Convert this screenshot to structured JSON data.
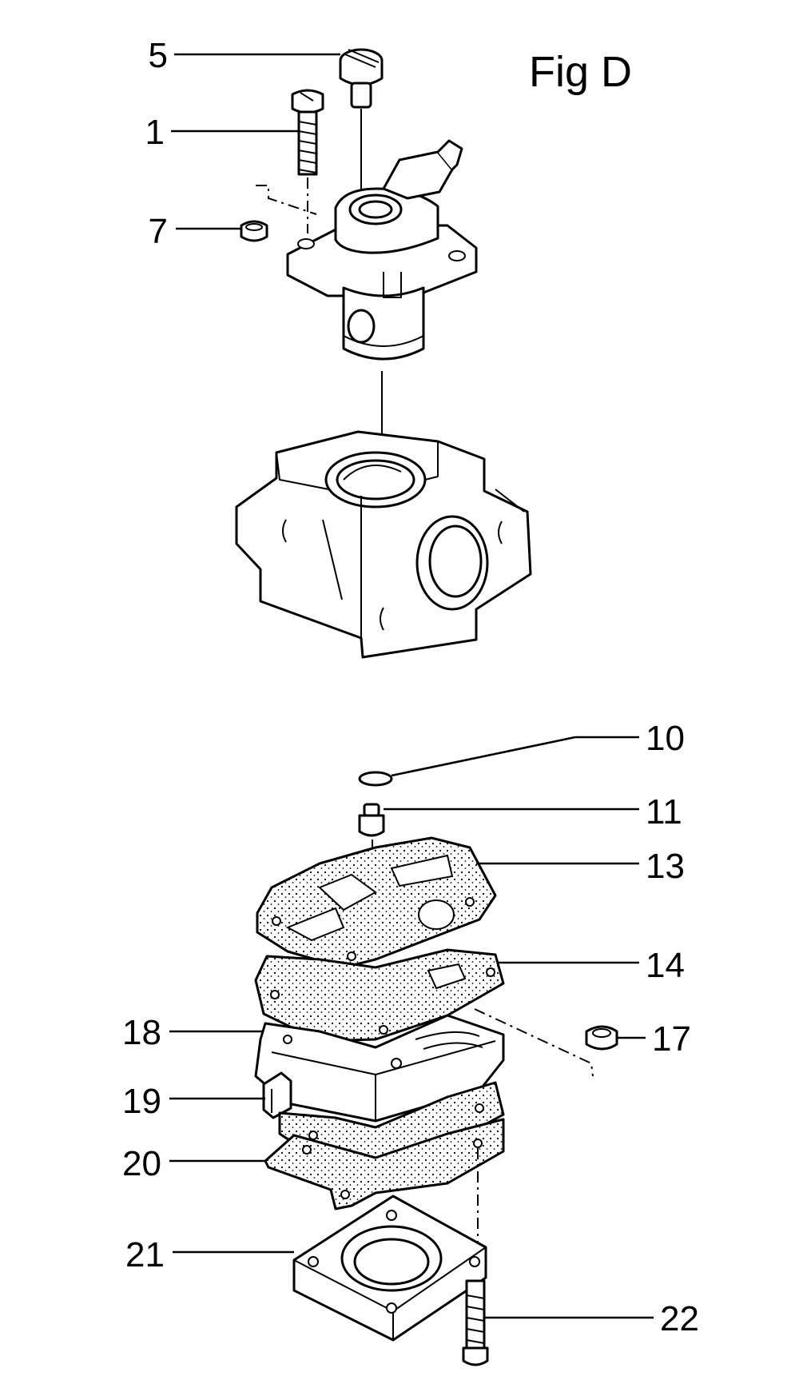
{
  "figure": {
    "title": "Fig D",
    "callouts": [
      {
        "id": "c5",
        "label": "5"
      },
      {
        "id": "c1",
        "label": "1"
      },
      {
        "id": "c7",
        "label": "7"
      },
      {
        "id": "c10",
        "label": "10"
      },
      {
        "id": "c11",
        "label": "11"
      },
      {
        "id": "c13",
        "label": "13"
      },
      {
        "id": "c14",
        "label": "14"
      },
      {
        "id": "c17",
        "label": "17"
      },
      {
        "id": "c18",
        "label": "18"
      },
      {
        "id": "c19",
        "label": "19"
      },
      {
        "id": "c20",
        "label": "20"
      },
      {
        "id": "c21",
        "label": "21"
      },
      {
        "id": "c22",
        "label": "22"
      }
    ]
  }
}
